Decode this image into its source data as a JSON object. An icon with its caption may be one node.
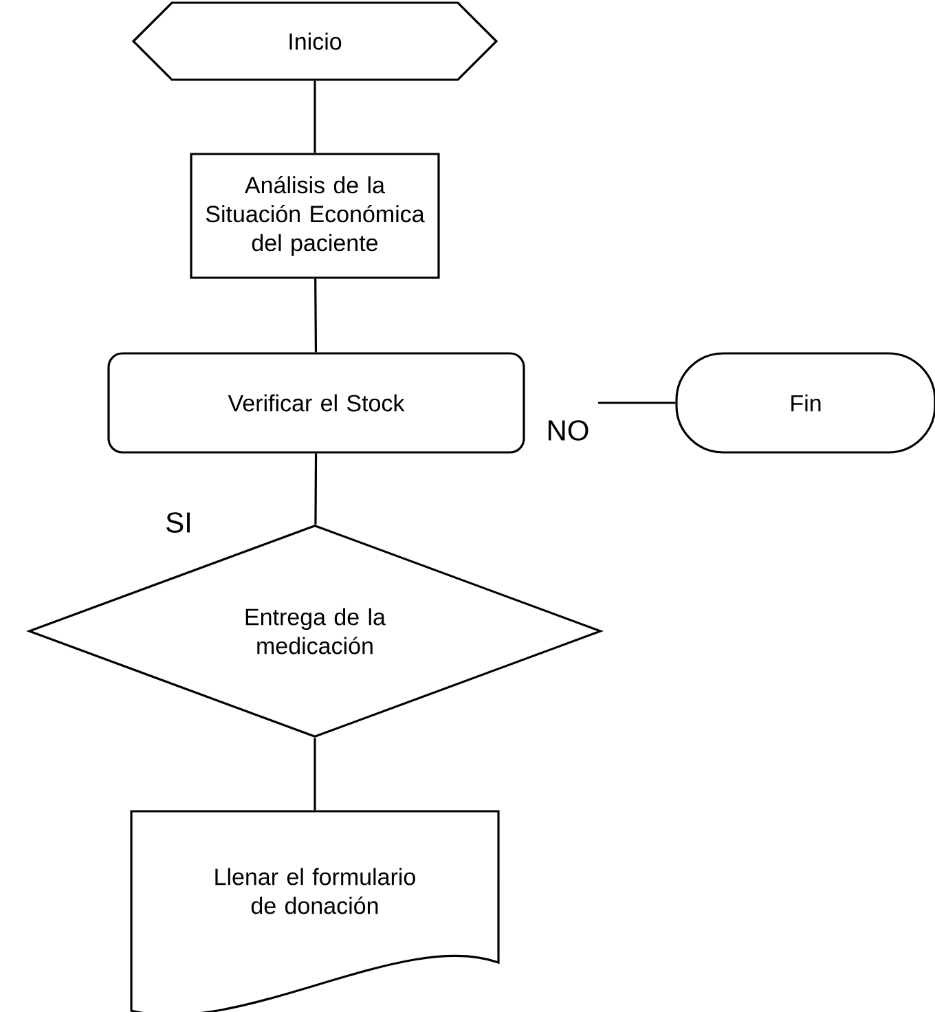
{
  "diagram": {
    "nodes": [
      {
        "text": [
          "Inicio"
        ]
      },
      {
        "text": [
          "Análisis de la Situación Económica del paciente"
        ]
      },
      {
        "text": [
          "Verificar el Stock"
        ]
      },
      {
        "text": [
          "Fin"
        ]
      },
      {
        "text": [
          "Entrega de la medicación"
        ]
      },
      {
        "text": [
          "Llenar el formulario de donación"
        ]
      }
    ],
    "edges": [
      {
        "from": 0,
        "to": 1,
        "arrow": "none"
      },
      {
        "from": 1,
        "to": 2,
        "arrow": "none"
      },
      {
        "from": 2,
        "to": 3,
        "arrow": "none",
        "label": "NO"
      },
      {
        "from": 2,
        "to": 4,
        "arrow": "none",
        "label": "SI"
      },
      {
        "from": 4,
        "to": 5,
        "arrow": "none"
      }
    ]
  }
}
